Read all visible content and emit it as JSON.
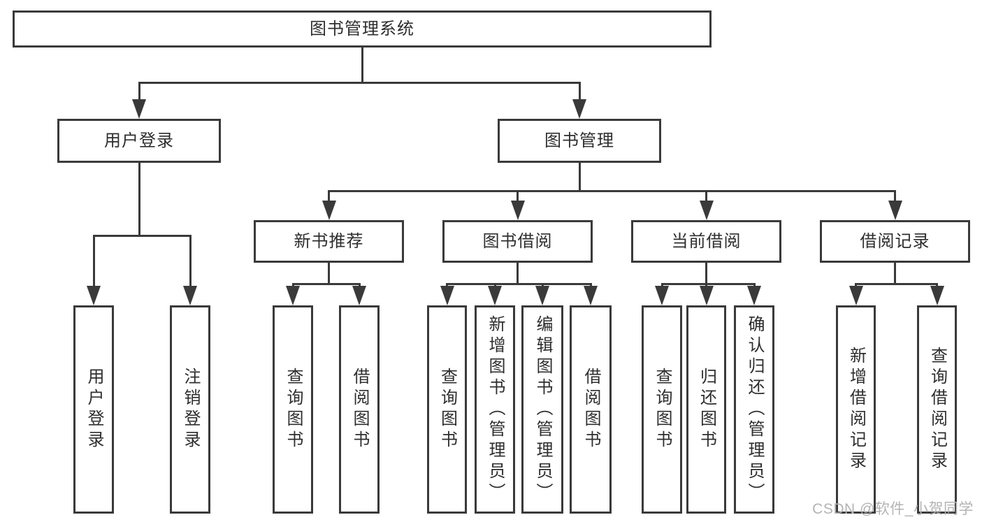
{
  "diagram_title": "图书管理系统",
  "nodes": {
    "root": {
      "label": "图书管理系统",
      "children": [
        "user_login",
        "book_mgmt"
      ]
    },
    "user_login": {
      "label": "用户登录",
      "children": [
        "leaf_user_login",
        "leaf_logout"
      ]
    },
    "book_mgmt": {
      "label": "图书管理",
      "children": [
        "new_book_rec",
        "book_borrow",
        "current_borrow",
        "borrow_records"
      ]
    },
    "new_book_rec": {
      "label": "新书推荐",
      "children": [
        "leaf_query_book_1",
        "leaf_borrow_book_1"
      ]
    },
    "book_borrow": {
      "label": "图书借阅",
      "children": [
        "leaf_query_book_2",
        "leaf_add_book",
        "leaf_edit_book",
        "leaf_borrow_book_2"
      ]
    },
    "current_borrow": {
      "label": "当前借阅",
      "children": [
        "leaf_query_book_3",
        "leaf_return_book",
        "leaf_confirm_return"
      ]
    },
    "borrow_records": {
      "label": "借阅记录",
      "children": [
        "leaf_add_borrow_record",
        "leaf_query_borrow_record"
      ]
    },
    "leaf_user_login": {
      "label": "用户登录"
    },
    "leaf_logout": {
      "label": "注销登录"
    },
    "leaf_query_book_1": {
      "label": "查询图书"
    },
    "leaf_borrow_book_1": {
      "label": "借阅图书"
    },
    "leaf_query_book_2": {
      "label": "查询图书"
    },
    "leaf_add_book": {
      "label": "新增图书（管理员）"
    },
    "leaf_edit_book": {
      "label": "编辑图书（管理员）"
    },
    "leaf_borrow_book_2": {
      "label": "借阅图书"
    },
    "leaf_query_book_3": {
      "label": "查询图书"
    },
    "leaf_return_book": {
      "label": "归还图书"
    },
    "leaf_confirm_return": {
      "label": "确认归还（管理员）"
    },
    "leaf_add_borrow_record": {
      "label": "新增借阅记录"
    },
    "leaf_query_borrow_record": {
      "label": "查询借阅记录"
    }
  },
  "watermark": {
    "text": "CSDN @软件_小贺同学"
  },
  "colors": {
    "line": "#3a3a3a",
    "box-border": "#3a3a3a",
    "box-bg": "#ffffff",
    "text": "#2e2e2e",
    "watermark": "#b3b3b3",
    "background": "#ffffff"
  }
}
